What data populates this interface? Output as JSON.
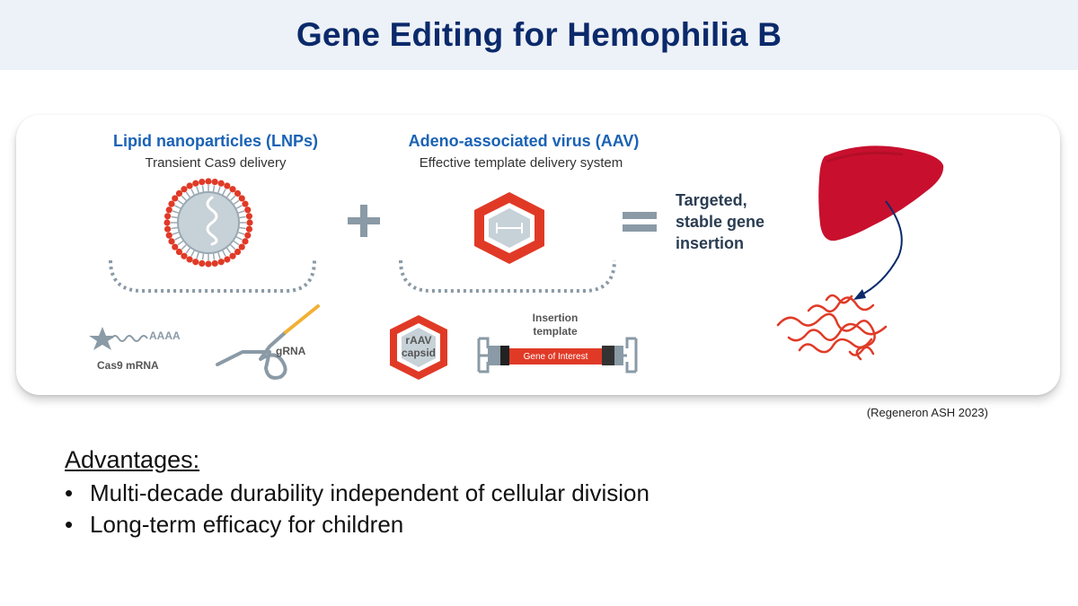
{
  "title": "Gene Editing for Hemophilia B",
  "diagram": {
    "lnp": {
      "heading": "Lipid nanoparticles (LNPs)",
      "subheading": "Transient Cas9 delivery",
      "cas9_mrna_label": "Cas9 mRNA",
      "polya_label": "AAAA",
      "grna_label": "gRNA"
    },
    "aav": {
      "heading": "Adeno-associated virus (AAV)",
      "subheading": "Effective template delivery system",
      "capsid_label_line1": "rAAV",
      "capsid_label_line2": "capsid",
      "template_label_line1": "Insertion",
      "template_label_line2": "template",
      "gene_label": "Gene of Interest"
    },
    "plus_symbol": "+",
    "equals_symbol": "=",
    "result": {
      "line1": "Targeted,",
      "line2": "stable gene",
      "line3": "insertion"
    },
    "colors": {
      "red": "#e03a27",
      "liver": "#c8102e",
      "blue_heading": "#1a62b5",
      "grey": "#8a9aa6",
      "navy_arrow": "#0b2a6b"
    }
  },
  "citation": "(Regeneron ASH 2023)",
  "advantages": {
    "heading": "Advantages:",
    "items": [
      "Multi-decade durability independent of cellular division",
      "Long-term efficacy for children"
    ]
  }
}
